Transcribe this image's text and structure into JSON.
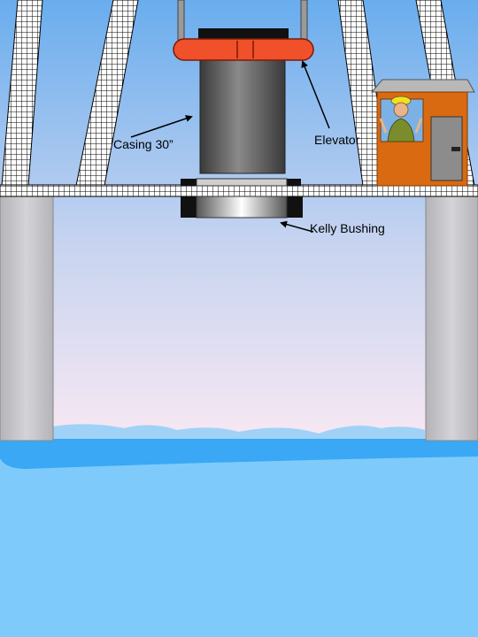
{
  "labels": {
    "casing": "Casing 30”",
    "elevator": "Elevator",
    "kelly_bushing": "Kelly Bushing"
  },
  "icons": {
    "operator": "worker-hardhat-icon"
  },
  "colors": {
    "sky_top": "#6aaeee",
    "sky_bottom": "#f6e6f2",
    "sea": "#7ecbfb",
    "sea_band": "#3aa8f4",
    "elevator": "#f0502a",
    "cabin": "#d96a12",
    "column": "#c8c8cc"
  }
}
